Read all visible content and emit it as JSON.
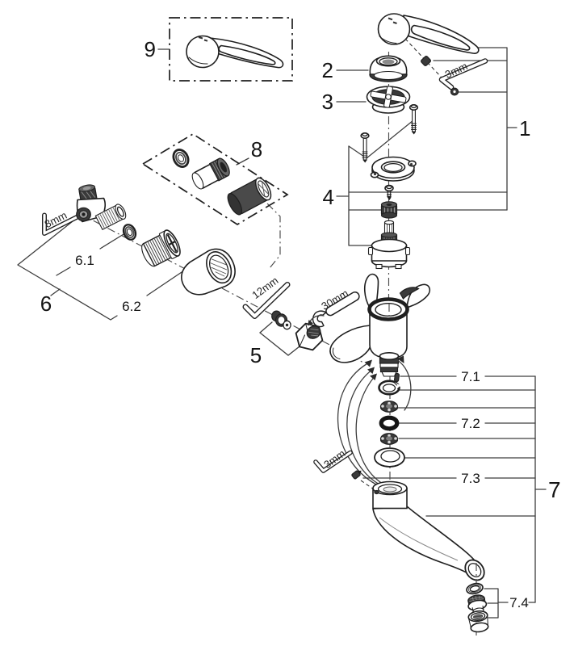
{
  "diagram": {
    "colors": {
      "background": "#ffffff",
      "line": "#1f1f1f",
      "leader": "#3d3d3d",
      "dark": "#3a3a3a",
      "mid": "#7a7a7a",
      "light": "#e9e9e9"
    },
    "part_labels": {
      "p1": "1",
      "p2": "2",
      "p3": "3",
      "p4": "4",
      "p5": "5",
      "p6": "6",
      "p6_1": "6.1",
      "p6_2": "6.2",
      "p7": "7",
      "p7_1": "7.1",
      "p7_2": "7.2",
      "p7_3": "7.3",
      "p7_4": "7.4",
      "p8": "8",
      "p9": "9"
    },
    "tool_labels": {
      "handle_screw_hex": "3mm",
      "s_union_hex": "8mm",
      "check_valve_hex": "12mm",
      "spout_nut_wrench": "30mm",
      "spout_screw_hex": "3mm"
    }
  }
}
